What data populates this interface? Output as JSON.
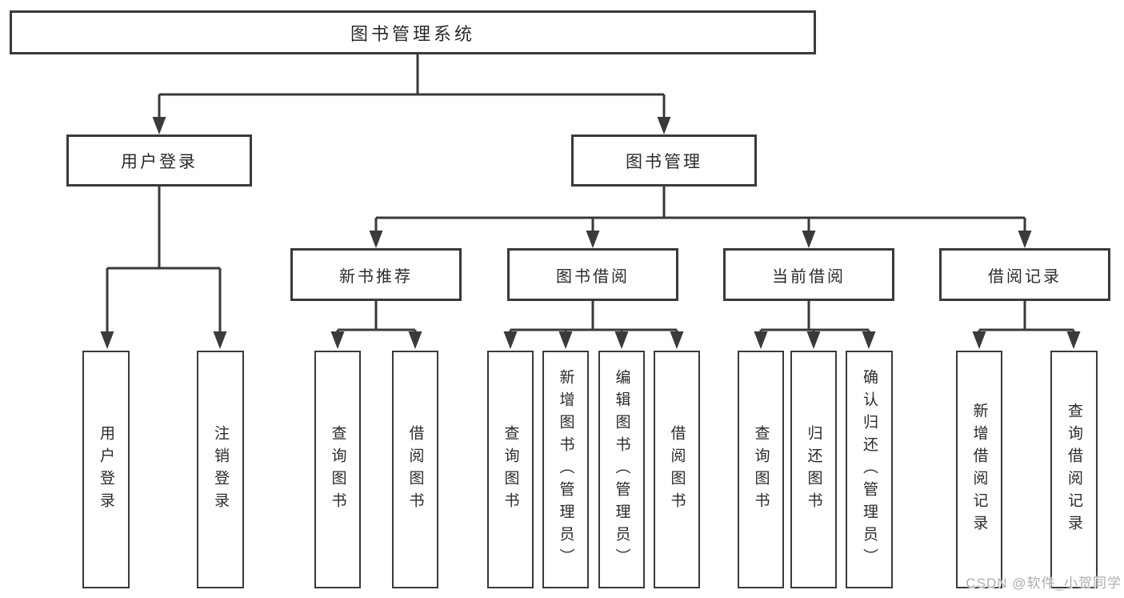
{
  "root": {
    "label": "图书管理系统"
  },
  "level2": {
    "user_login": {
      "label": "用户登录"
    },
    "book_management": {
      "label": "图书管理"
    }
  },
  "level3": {
    "new_book_recommend": {
      "label": "新书推荐"
    },
    "book_borrow": {
      "label": "图书借阅"
    },
    "current_borrow": {
      "label": "当前借阅"
    },
    "borrow_record": {
      "label": "借阅记录"
    }
  },
  "leaves": {
    "user_login": [
      "用户登录",
      "注销登录"
    ],
    "new_book_recommend": [
      "查询图书",
      "借阅图书"
    ],
    "book_borrow": [
      "查询图书",
      "新增图书（管理员）",
      "编辑图书（管理员）",
      "借阅图书"
    ],
    "current_borrow": [
      "查询图书",
      "归还图书",
      "确认归还（管理员）"
    ],
    "borrow_record": [
      "新增借阅记录",
      "查询借阅记录"
    ]
  },
  "watermark": "CSDN @软件_小贺同学",
  "colors": {
    "line": "#3a3a3a",
    "box_border": "#3a3a3a",
    "box_fill": "#ffffff",
    "text": "#2b2b2b",
    "watermark": "#aaafb6"
  }
}
